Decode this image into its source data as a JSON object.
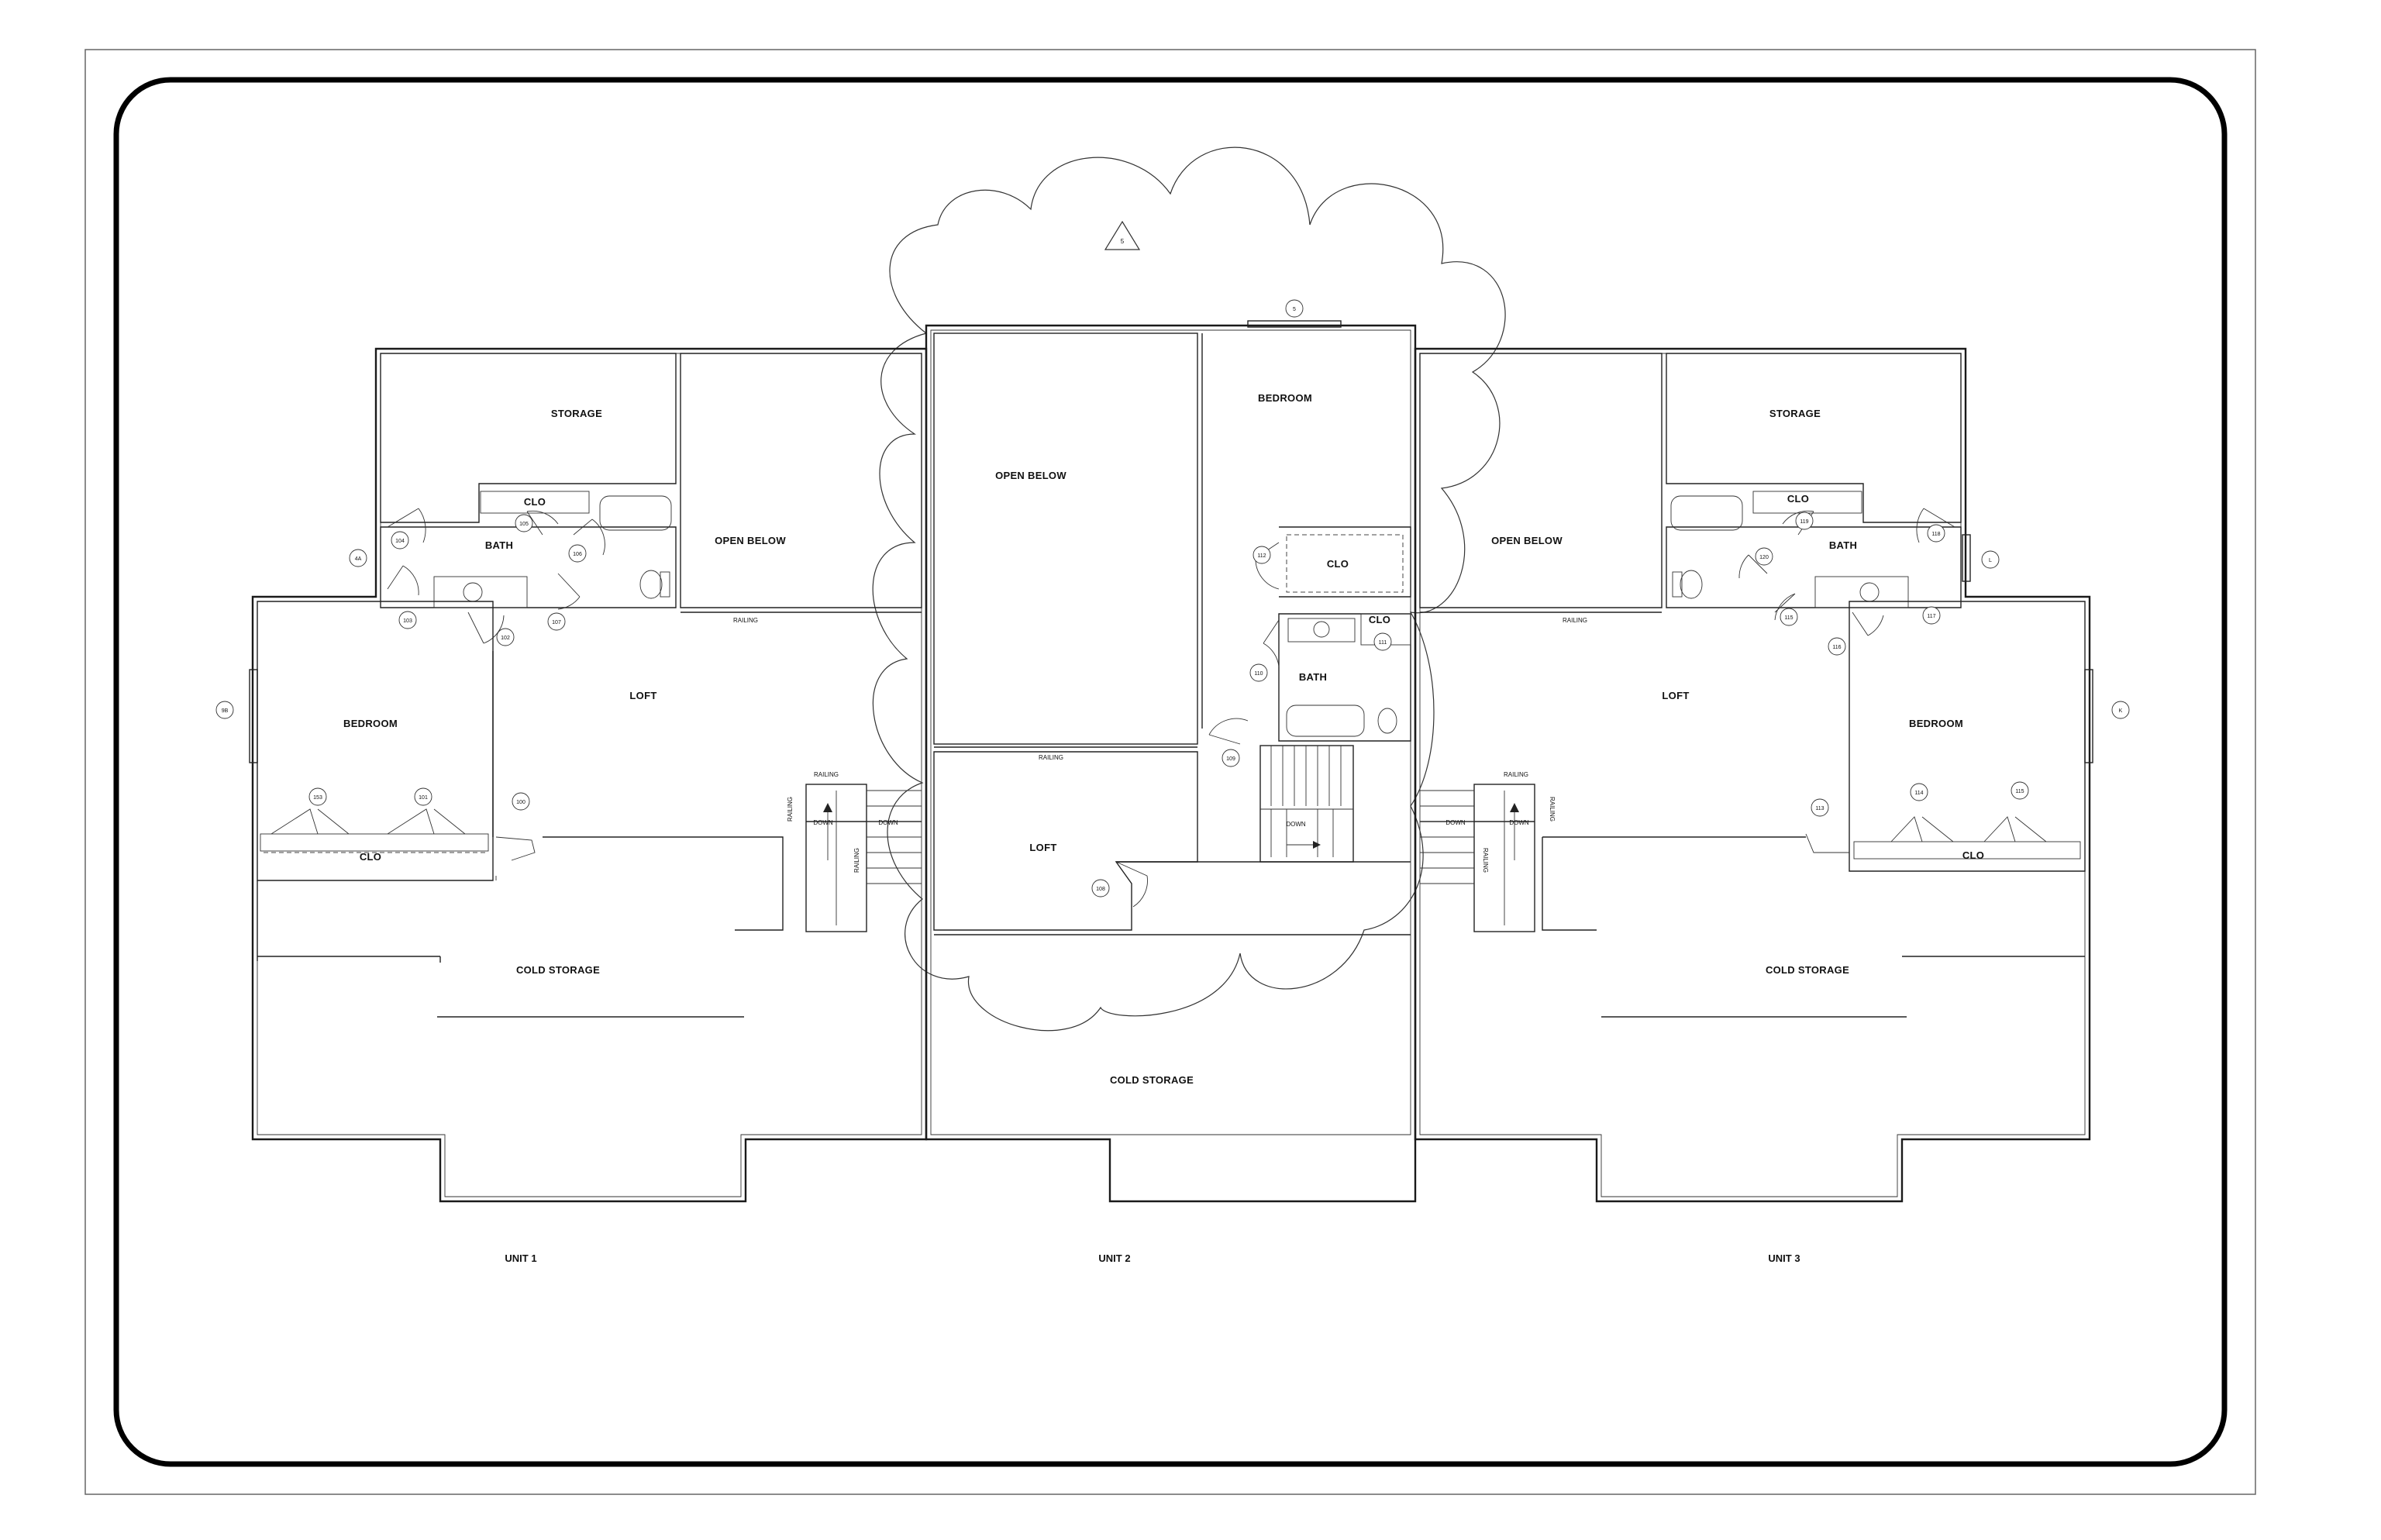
{
  "sheet": {
    "units": [
      "UNIT 1",
      "UNIT 2",
      "UNIT 3"
    ],
    "revision_mark": "5"
  },
  "unit1": {
    "storage": "STORAGE",
    "clo_top": "CLO",
    "bath": "BATH",
    "open_below": "OPEN BELOW",
    "railing": "RAILING",
    "railing_stair": "RAILING",
    "railing_side": "RAILING",
    "railing_side2": "RAILING",
    "loft": "LOFT",
    "bedroom": "BEDROOM",
    "clo": "CLO",
    "down1": "DOWN",
    "down2": "DOWN",
    "cold_storage": "COLD STORAGE",
    "tags": {
      "t104": "104",
      "t105": "105",
      "t106": "106",
      "t107": "107",
      "t103": "103",
      "t102": "102",
      "t101": "101",
      "t100": "100",
      "t153": "153",
      "w_left": "4A",
      "w_bed": "9B"
    }
  },
  "unit2": {
    "open_below": "OPEN BELOW",
    "bedroom": "BEDROOM",
    "clo": "CLO",
    "clo_small": "CLO",
    "bath": "BATH",
    "railing": "RAILING",
    "loft": "LOFT",
    "down": "DOWN",
    "cold_storage": "COLD STORAGE",
    "tags": {
      "t112": "112",
      "t111": "111",
      "t110": "110",
      "t109": "109",
      "t108": "108",
      "w_top": "5"
    }
  },
  "unit3": {
    "open_below": "OPEN BELOW",
    "railing": "RAILING",
    "storage": "STORAGE",
    "clo_top": "CLO",
    "bath": "BATH",
    "loft": "LOFT",
    "bedroom": "BEDROOM",
    "clo": "CLO",
    "railing_stair": "RAILING",
    "railing_side": "RAILING",
    "railing_side2": "RAILING",
    "down1": "DOWN",
    "down2": "DOWN",
    "cold_storage": "COLD STORAGE",
    "tags": {
      "t119": "119",
      "t120": "120",
      "t118": "118",
      "t115": "115",
      "t117": "117",
      "t116": "116",
      "t113": "113",
      "t114": "114",
      "t115b": "115",
      "w_right": "L",
      "w_bed": "K"
    }
  }
}
